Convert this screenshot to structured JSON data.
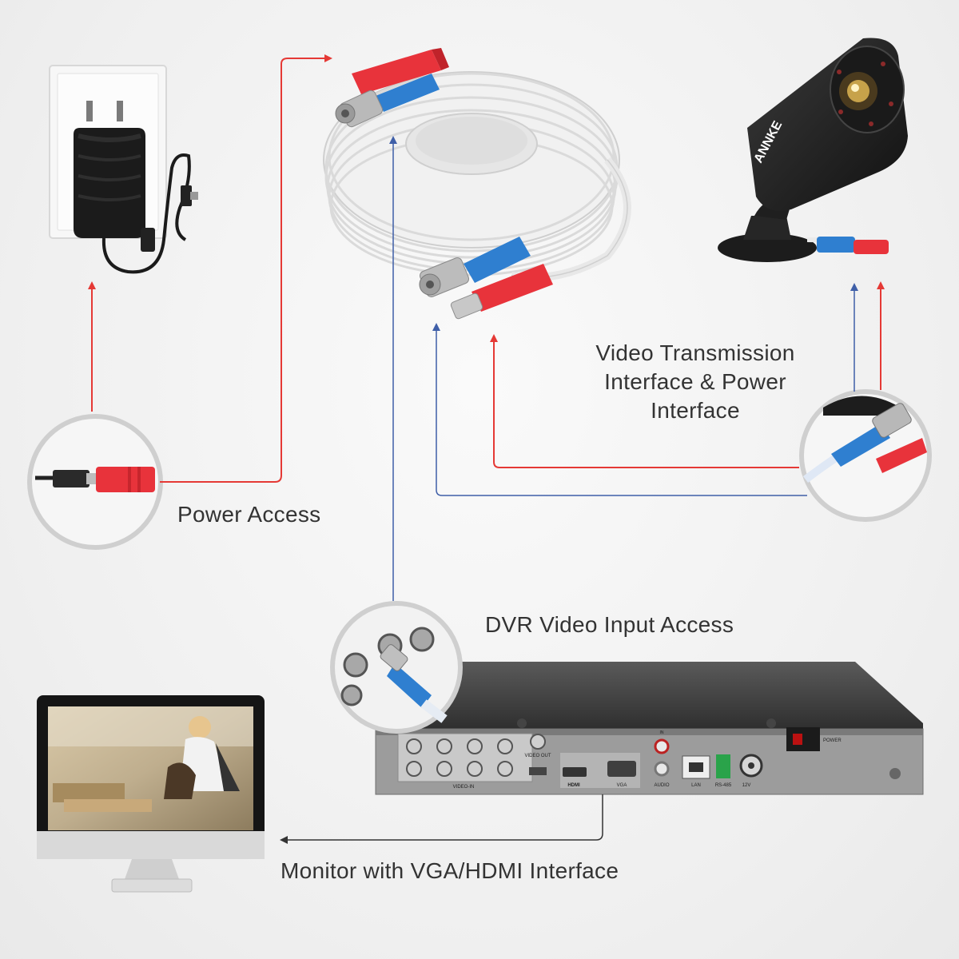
{
  "labels": {
    "video_transmission": [
      "Video Transmission",
      "Interface & Power",
      "Interface"
    ],
    "power_access": "Power Access",
    "dvr_input": "DVR Video Input Access",
    "monitor": "Monitor with VGA/HDMI Interface"
  },
  "camera": {
    "brand": "ANNKE"
  },
  "dvr": {
    "port_labels": {
      "video_in": "VIDEO-IN",
      "video_out": "VIDEO OUT",
      "hdmi": "HDMI",
      "vga": "VGA",
      "audio": "AUDIO",
      "audio_in": "IN",
      "lan": "LAN",
      "rs485": "RS-485",
      "power_12v": "12V",
      "power_switch": "POWER"
    }
  },
  "colors": {
    "power_line": "#e53935",
    "video_line": "#3f5fa8",
    "monitor_line": "#333333",
    "connector_red": "#e8333b",
    "connector_blue": "#2f7fd0"
  }
}
